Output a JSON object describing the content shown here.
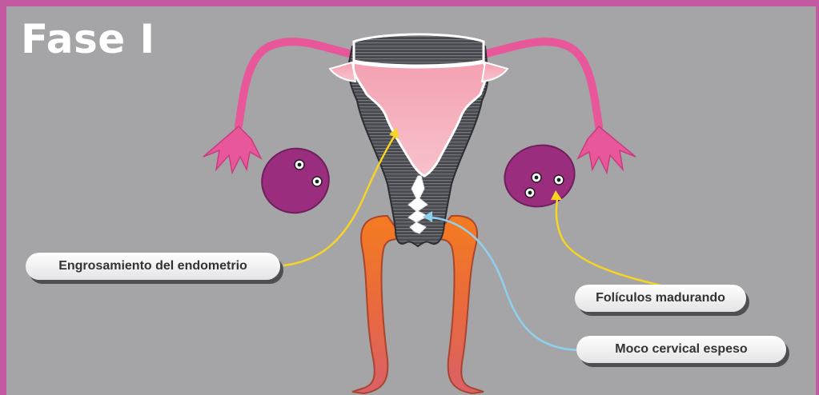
{
  "title": "Fase I",
  "labels": {
    "endometrium": "Engrosamiento del endometrio",
    "follicles": "Folículos madurando",
    "mucus": "Moco cervical espeso"
  },
  "colors": {
    "frame": "#c35aa1",
    "background": "#a5a5a7",
    "arrow_yellow": "#f7d521",
    "arrow_blue": "#8fd0ee",
    "ovary": "#9b2d7f",
    "tube": "#e8579a",
    "vagina": "#f47b20"
  }
}
